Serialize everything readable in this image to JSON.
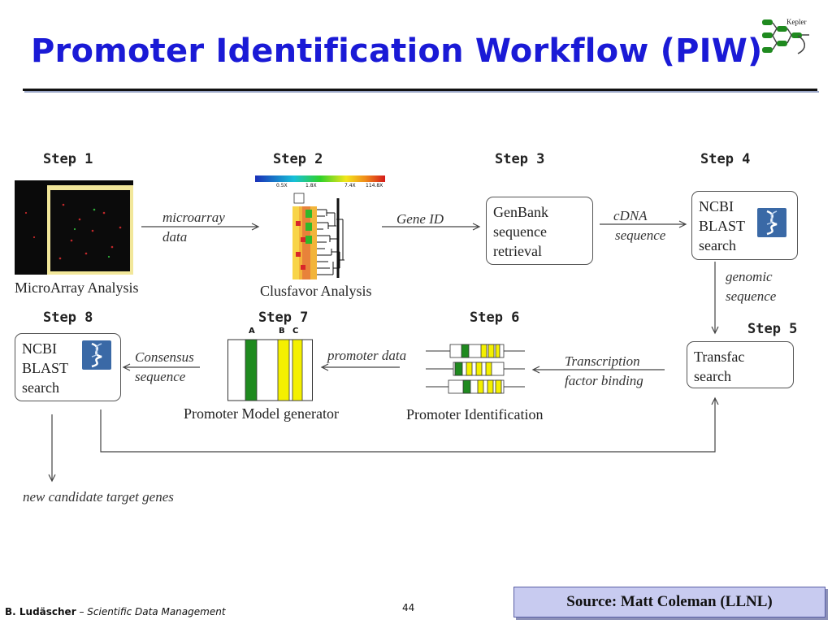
{
  "title": "Promoter Identification Workflow (PIW)",
  "logo": {
    "text": "Kepler"
  },
  "steps": [
    {
      "label": "Step 1",
      "caption": "MicroArray Analysis"
    },
    {
      "label": "Step 2",
      "caption": "Clusfavor Analysis"
    },
    {
      "label": "Step 3",
      "box": [
        "GenBank",
        "sequence",
        "retrieval"
      ]
    },
    {
      "label": "Step 4",
      "box": [
        "NCBI",
        "BLAST",
        "search"
      ]
    },
    {
      "label": "Step 5",
      "box": [
        "Transfac",
        "search"
      ]
    },
    {
      "label": "Step 6",
      "caption": "Promoter Identification"
    },
    {
      "label": "Step 7",
      "caption": "Promoter Model generator",
      "columns": [
        "A",
        "B",
        "C"
      ]
    },
    {
      "label": "Step 8",
      "box": [
        "NCBI",
        "BLAST",
        "search"
      ]
    }
  ],
  "heatmap_scale": [
    "0.5X",
    "1.8X",
    "7.4X",
    "114.8X"
  ],
  "edges": {
    "s1_s2": [
      "microarray",
      "data"
    ],
    "s2_s3": [
      "Gene ID"
    ],
    "s3_s4": [
      "cDNA",
      "sequence"
    ],
    "s4_s5": [
      "genomic",
      "sequence"
    ],
    "s5_s6": [
      "Transcription",
      "factor binding"
    ],
    "s6_s7": [
      "promoter data"
    ],
    "s7_s8": [
      "Consensus",
      "sequence"
    ],
    "output": "new candidate target genes"
  },
  "colors": {
    "title": "#1a1ad6",
    "green": "#1f8a1f",
    "yellow": "#f4f000",
    "blast": "#3a69a6"
  },
  "footer": {
    "author": "B. Ludäscher",
    "separator": " – ",
    "subtitle": "Scientific Data Management",
    "page": "44"
  },
  "source": "Source: Matt Coleman (LLNL)"
}
